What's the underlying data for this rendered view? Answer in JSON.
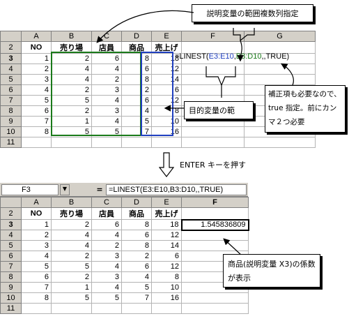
{
  "top_sheet": {
    "columns": [
      "",
      "A",
      "B",
      "C",
      "D",
      "E",
      "F",
      "G"
    ],
    "rows": [
      {
        "n": "2",
        "cells": [
          "NO",
          "売り場",
          "店員",
          "商品",
          "売上げ",
          "",
          ""
        ]
      },
      {
        "n": "3",
        "cells": [
          "1",
          "2",
          "6",
          "8",
          "18",
          "",
          ""
        ]
      },
      {
        "n": "4",
        "cells": [
          "2",
          "4",
          "4",
          "6",
          "12",
          "",
          ""
        ]
      },
      {
        "n": "5",
        "cells": [
          "3",
          "4",
          "2",
          "8",
          "14",
          "",
          ""
        ]
      },
      {
        "n": "6",
        "cells": [
          "4",
          "2",
          "3",
          "2",
          "6",
          "",
          ""
        ]
      },
      {
        "n": "7",
        "cells": [
          "5",
          "5",
          "4",
          "6",
          "12",
          "",
          ""
        ]
      },
      {
        "n": "8",
        "cells": [
          "6",
          "2",
          "3",
          "4",
          "8",
          "",
          ""
        ]
      },
      {
        "n": "9",
        "cells": [
          "7",
          "1",
          "4",
          "5",
          "10",
          "",
          ""
        ]
      },
      {
        "n": "10",
        "cells": [
          "8",
          "5",
          "5",
          "7",
          "16",
          "",
          ""
        ]
      },
      {
        "n": "11",
        "cells": [
          "",
          "",
          "",
          "",
          "",
          "",
          ""
        ]
      }
    ],
    "formula_parts": [
      "=LINEST(",
      "E3:E10",
      ",",
      "B3:D10",
      ",,TRUE)"
    ],
    "colors": {
      "y_range": "#1f3fbf",
      "x_range": "#1a7a1a"
    }
  },
  "callouts": {
    "x_range_note": "説明変量の範囲複数列指定",
    "y_range_note": "目的変量の範",
    "true_note": "補正項も必要なので、true 指定。前にカンマ２つ必要",
    "coef_note": "商品(説明変量 X3)の係数が表示"
  },
  "enter_note": "ENTER キーを押す",
  "bottom_sheet": {
    "name_box": "F3",
    "equals": "=",
    "formula": "=LINEST(E3:E10,B3:D10,,TRUE)",
    "columns": [
      "",
      "A",
      "B",
      "C",
      "D",
      "E",
      "F"
    ],
    "rows": [
      {
        "n": "2",
        "cells": [
          "NO",
          "売り場",
          "店員",
          "商品",
          "売上げ",
          ""
        ]
      },
      {
        "n": "3",
        "cells": [
          "1",
          "2",
          "6",
          "8",
          "18",
          "1.545836809"
        ]
      },
      {
        "n": "4",
        "cells": [
          "2",
          "4",
          "4",
          "6",
          "12",
          ""
        ]
      },
      {
        "n": "5",
        "cells": [
          "3",
          "4",
          "2",
          "8",
          "14",
          ""
        ]
      },
      {
        "n": "6",
        "cells": [
          "4",
          "2",
          "3",
          "2",
          "6",
          ""
        ]
      },
      {
        "n": "7",
        "cells": [
          "5",
          "5",
          "4",
          "6",
          "12",
          ""
        ]
      },
      {
        "n": "8",
        "cells": [
          "6",
          "2",
          "3",
          "4",
          "8",
          ""
        ]
      },
      {
        "n": "9",
        "cells": [
          "7",
          "1",
          "4",
          "5",
          "10",
          ""
        ]
      },
      {
        "n": "10",
        "cells": [
          "8",
          "5",
          "5",
          "7",
          "16",
          ""
        ]
      },
      {
        "n": "11",
        "cells": [
          "",
          "",
          "",
          "",
          "",
          ""
        ]
      }
    ]
  }
}
